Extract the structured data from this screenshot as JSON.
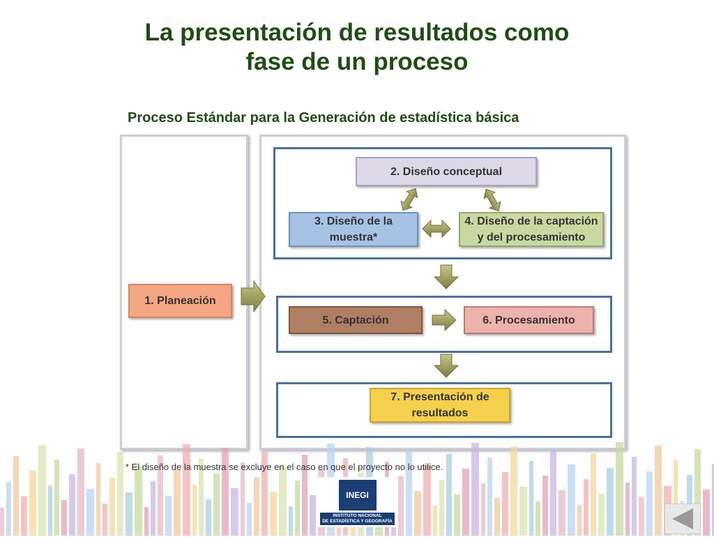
{
  "title_line1": "La presentación de resultados como",
  "title_line2": "fase de un proceso",
  "subtitle": "Proceso Estándar para la Generación de estadística básica",
  "steps": {
    "s1": "1. Planeación",
    "s2": "2. Diseño conceptual",
    "s3_line1": "3. Diseño de la",
    "s3_line2": "muestra*",
    "s4_line1": "4. Diseño de la captación",
    "s4_line2": "y del procesamiento",
    "s5": "5. Captación",
    "s6": "6. Procesamiento",
    "s7_line1": "7. Presentación de",
    "s7_line2": "resultados"
  },
  "footnote": "* El diseño de la muestra se excluye en el caso en que el proyecto no lo utilice.",
  "logo": {
    "mark": "INEGI",
    "line1": "INSTITUTO NACIONAL",
    "line2": "DE ESTADÍSTICA Y GEOGRAFÍA"
  },
  "colors": {
    "title": "#1f4d14",
    "group_border": "#4a6fa5",
    "s1": "#f4a582",
    "s2": "#dcd8e8",
    "s3": "#a6c3e6",
    "s4": "#c8d8a0",
    "s5": "#b07f63",
    "s6": "#eeb2ad",
    "s7": "#f5d04c",
    "arrow": "#9a9a55"
  },
  "icons": {
    "back": "triangle-left-icon"
  }
}
